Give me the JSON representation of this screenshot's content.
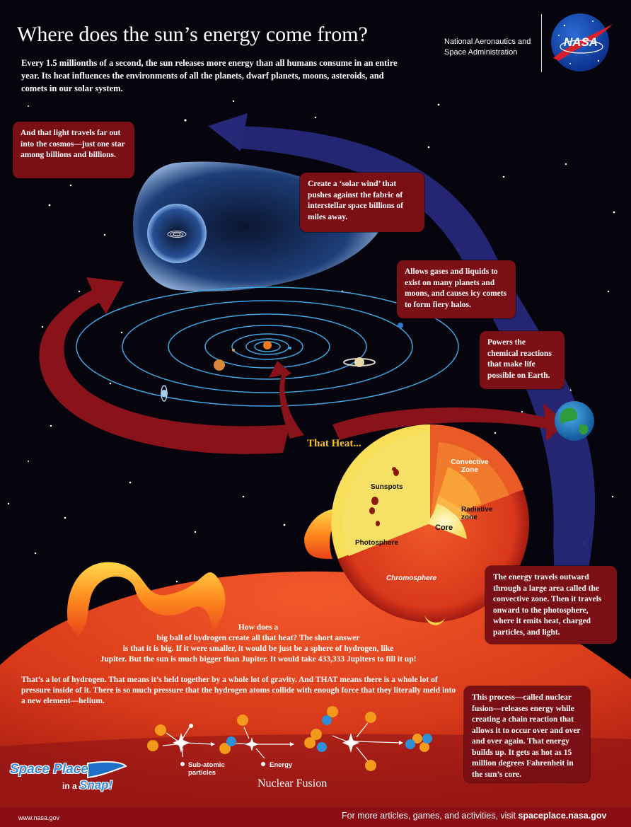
{
  "header": {
    "title": "Where does the sun’s energy come from?",
    "intro": "Every 1.5 millionths of a second, the sun releases more energy than all humans consume in an entire year. Its heat influences the environments of all the planets, dwarf planets, moons, asteroids, and comets in our solar system.",
    "agency_line1": "National Aeronautics and",
    "agency_line2": "Space Administration",
    "logo_text": "NASA"
  },
  "callouts": {
    "cosmos": "And that light travels far out into the cosmos—just one star among billions and billions.",
    "solar_wind": "Create a ‘solar wind’ that pushes against the fabric of interstellar space billions of miles away.",
    "gases": "Allows gases and liquids to exist on many planets and moons, and causes icy comets to form fiery halos.",
    "powers": "Powers the chemical reactions that make life possible on Earth.",
    "convective": "The energy travels outward through a large area called the convective zone. Then it travels onward to the photosphere, where it emits heat, charged particles, and light.",
    "fusion": "This process—called nuclear fusion—releases energy while creating a chain reaction that allows it to occur over and over and over again. That energy builds up. It gets as hot as 15 million degrees Fahrenheit in the sun’s core."
  },
  "that_heat": "That Heat...",
  "sun_layers": {
    "convective_1": "Convective",
    "convective_2": "Zone",
    "sunspots": "Sunspots",
    "radiative_1": "Radiative",
    "radiative_2": "zone",
    "core": "Core",
    "photosphere": "Photosphere",
    "chromosphere": "Chromosphere"
  },
  "body_text": {
    "howdoes_1": "How does a",
    "howdoes_2": "big ball of hydrogen create all that heat? The short answer",
    "howdoes_3": "is that it is big. If it were smaller, it would be just be a sphere of hydrogen, like",
    "howdoes_4": "Jupiter. But the sun is much bigger than Jupiter.  It would take 433,333 Jupiters to fill it up!",
    "thats": "That’s a lot of hydrogen. That means it’s held together by a whole lot of gravity. And THAT means there is a whole lot of pressure inside of it. There is so much pressure that the hydrogen atoms collide with enough force that they literally meld into a new element—helium."
  },
  "fusion_diagram": {
    "title": "Nuclear Fusion",
    "subatomic_1": "Sub-atomic",
    "subatomic_2": "particles",
    "energy": "Energy"
  },
  "logo": {
    "line1": "Space Place",
    "line2": "in a",
    "line3": "Snap!"
  },
  "footer": {
    "left": "www.nasa.gov",
    "right_prefix": "For more articles, games, and activities, visit ",
    "right_site": "spaceplace.nasa.gov"
  },
  "colors": {
    "background": "#06040c",
    "callout": "#7a0f15",
    "arrow_red": "#8a121a",
    "arrow_blue": "#2a2a7a",
    "sun_orange": "#e8431a",
    "that_heat": "#f6c21c",
    "footer": "#8a0d14"
  }
}
